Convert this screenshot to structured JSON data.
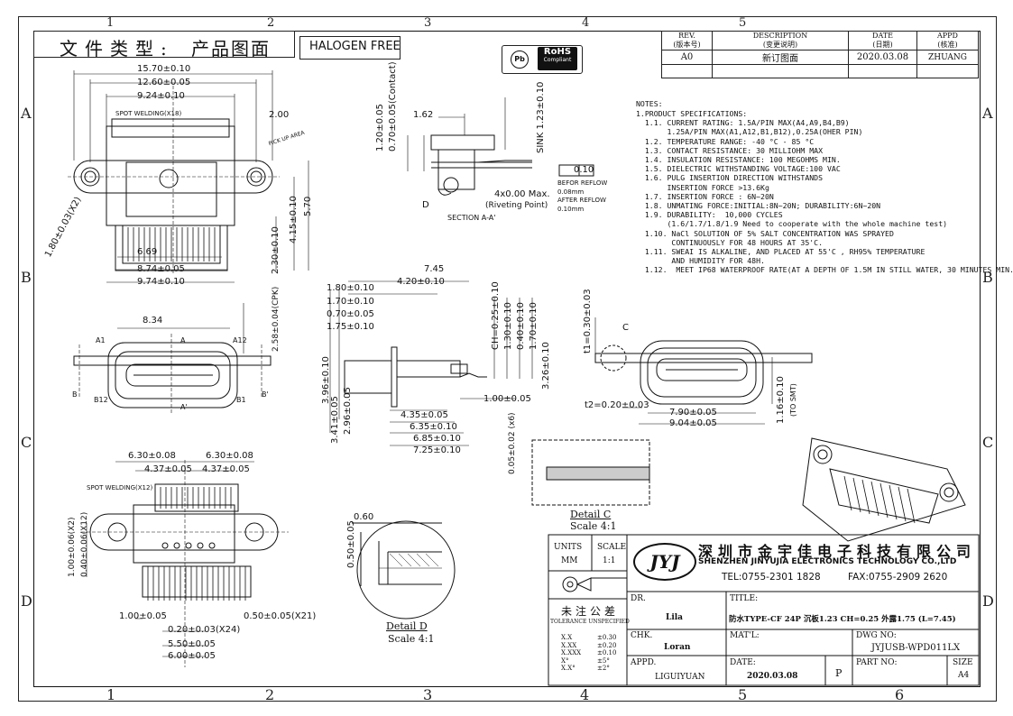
{
  "header": {
    "file_type_label": "文件类型:",
    "file_type_value": "产品图面",
    "halogen": "HALOGEN FREE",
    "pb": "Pb",
    "rohs_title": "RoHS",
    "rohs_sub": "Compliant"
  },
  "zones": {
    "cols": [
      "1",
      "2",
      "3",
      "4",
      "5",
      "6"
    ],
    "rows": [
      "A",
      "B",
      "C",
      "D"
    ]
  },
  "revision": {
    "headers": [
      "REV.\n(版本号)",
      "DESCRIPTION\n(变更说明)",
      "DATE\n(日期)",
      "APPD\n(核准)"
    ],
    "h_rev": "REV.",
    "h_rev_cn": "(版本号)",
    "h_desc": "DESCRIPTION",
    "h_desc_cn": "(变更说明)",
    "h_date": "DATE",
    "h_date_cn": "(日期)",
    "h_appd": "APPD",
    "h_appd_cn": "(核准)",
    "rev": "A0",
    "desc": "新订图面",
    "date": "2020.03.08",
    "appd": "ZHUANG"
  },
  "notes": {
    "title": "NOTES:",
    "lines": [
      "1.PRODUCT SPECIFICATIONS:",
      "  1.1. CURRENT RATING: 1.5A/PIN MAX(A4,A9,B4,B9)",
      "       1.25A/PIN MAX(A1,A12,B1,B12),0.25A(OHER PIN)",
      "  1.2. TEMPERATURE RANGE: -40 °C - 85 °C",
      "  1.3. CONTACT RESISTANCE: 30 MILLIOHM MAX",
      "  1.4. INSULATION RESISTANCE: 100 MEGOHMS MIN.",
      "  1.5. DIELECTRIC WITHSTANDING VOLTAGE:100 VAC",
      "  1.6. PULG INSERTION DIRECTION WITHSTANDS",
      "       INSERTION FORCE >13.6Kg",
      "  1.7. INSERTION FORCE : 6N~20N",
      "  1.8. UNMATING FORCE:INITIAL:8N~20N; DURABILITY:6N~20N",
      "  1.9. DURABILITY:  10,000 CYCLES",
      "       (1.6/1.7/1.8/1.9 Need to cooperate with the whole machine test)",
      "  1.10. NaCl SOLUTION OF 5% SALT CONCENTRATION WAS SPRAYED",
      "        CONTINUOUSLY FOR 48 HOURS AT 35'C.",
      "  1.11. SWEAI IS ALKALINE, AND PLACED AT 55'C , RH95% TEMPERATURE",
      "        AND HUMIDITY FOR 48H.",
      "  1.12.  MEET IP68 WATERPROOF RATE(AT A DEPTH OF 1.5M IN STILL WATER, 30 MINUTES MIN.)"
    ]
  },
  "dims": {
    "top": [
      "15.70±0.10",
      "12.60±0.05",
      "9.24±0.10",
      "6.69",
      "8.74±0.05",
      "9.74±0.10",
      "4.15±0.10",
      "5.70",
      "2.30±0.10",
      "1.80±0.03(X2)",
      "2.00",
      "SPOT WELDING(X18)",
      "PICK UP AREA"
    ],
    "section": [
      "1.62",
      "1.20±0.05",
      "0.70±0.05(Contact)",
      "SINK 1.23±0.10",
      "0.10",
      "BEFOR REFLOW",
      "0.08mm",
      "AFTER REFLOW",
      "0.10mm",
      "4x0.00 Max.",
      "(Riveting Point)",
      "SECTION A-A'",
      "D"
    ],
    "front": [
      "8.34",
      "2.58±0.04(CPK)",
      "A1",
      "A12",
      "B12",
      "B1",
      "A",
      "A'",
      "B",
      "B'"
    ],
    "side": [
      "7.45",
      "4.20±0.10",
      "1.80±0.10",
      "1.70±0.10",
      "0.70±0.05",
      "1.75±0.10",
      "CH=0.25±0.10",
      "1.30±0.10",
      "0.40±0.10",
      "1.70±0.10",
      "3.96±0.10",
      "3.26±0.10",
      "3.41±0.05",
      "2.96±0.05",
      "1.00±0.05",
      "4.35±0.05",
      "6.35±0.10",
      "6.85±0.10",
      "7.25±0.10"
    ],
    "end": [
      "t1=0.30±0.03",
      "t2=0.20±0.03",
      "7.90±0.05",
      "9.04±0.05",
      "1.16±0.10",
      "(TO SMT)",
      "C",
      "0.05±0.02 (x6)"
    ],
    "bottom": [
      "6.30±0.08",
      "6.30±0.08",
      "4.37±0.05",
      "4.37±0.05",
      "SPOT WELDING(X12)",
      "1.00±0.06(X2)",
      "0.40±0.06(X12)",
      "1.00±0.05",
      "0.20±0.03(X24)",
      "5.50±0.05",
      "6.00±0.05",
      "0.50±0.05(X21)"
    ],
    "detail": [
      "0.60",
      "0.50±0.05",
      "Detail D",
      "Scale 4:1",
      "Detail C",
      "Scale 4:1"
    ]
  },
  "titleblock": {
    "units_label": "UNITS",
    "units_value": "MM",
    "scale_label": "SCALE",
    "scale_value": "1:1",
    "company_cn": "深圳市金宇佳电子科技有限公司",
    "company_en": "SHENZHEN JINYUJIA ELECTRONICS TECHNOLOGY CO.,LTD",
    "tel": "TEL:0755-2301 1828",
    "fax": "FAX:0755-2909 2620",
    "logo": "JYJ",
    "tol_title": "未注公差",
    "tol_sub": "TOLERANCE UNSPECIFIED",
    "tol_rows": [
      [
        "X.X",
        "±0.30"
      ],
      [
        "X.XX",
        "±0.20"
      ],
      [
        "X.XXX",
        "±0.10"
      ],
      [
        "X°",
        "±5°"
      ],
      [
        "X.X°",
        "±2°"
      ]
    ],
    "dr_label": "DR.",
    "dr_value": "Lila",
    "chk_label": "CHK.",
    "chk_value": "Loran",
    "appd_label": "APPD.",
    "appd_value": "LIGUIYUAN",
    "title_label": "TITLE:",
    "title_value": "防水TYPE-CF 24P 沉板1.23 CH=0.25 外露1.75 (L=7.45)",
    "matl_label": "MAT'L:",
    "dwg_label": "DWG NO:",
    "dwg_value": "JYJUSB-WPD011LX",
    "date_label": "DATE:",
    "date_value": "2020.03.08",
    "p_value": "P",
    "part_label": "PART NO:",
    "size_label": "SIZE",
    "size_value": "A4"
  }
}
